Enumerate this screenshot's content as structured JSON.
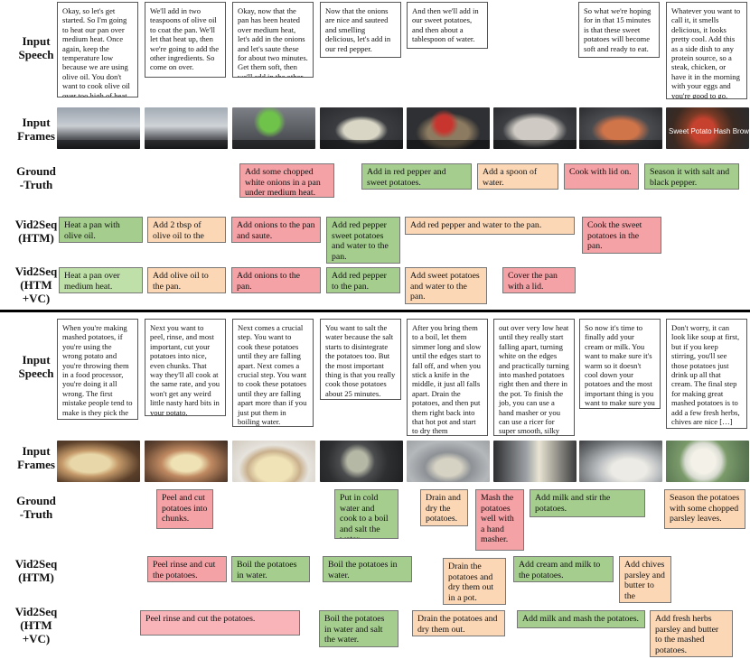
{
  "row_labels": {
    "speech": "Input\nSpeech",
    "frames": "Input\nFrames",
    "gt": "Ground\n-Truth",
    "htm": "Vid2Seq\n(HTM)",
    "htm_vc": "Vid2Seq\n(HTM\n+VC)"
  },
  "example1": {
    "speech": [
      "Okay, so let's get started. So I'm going to heat our pan over medium heat. Once again, keep the temperature low because we are using olive oil. You don't want to cook olive oil over too high of heat.",
      "We'll add in two teaspoons of olive oil to coat the pan. We'll let that heat up, then we're going to add the other ingredients. So come on over.",
      "Okay, now that the pan has been heated over medium heat, let's add in the onions and let's saute these for about two minutes. Get them soft, then we'll add in the other ingredients.",
      "Now that the onions are nice and sauteed and smelling delicious, let's add in our red pepper.",
      "And then we'll add in our sweet potatoes, and then about a tablespoon of water.",
      "So what we're hoping for in that 15 minutes is that these sweet potatoes will become soft and ready to eat.",
      "Whatever you want to call it, it smells delicious, it looks pretty cool. Add this as a side dish to any protein source, so a steak, chicken, or have it in the morning with your eggs and you're good to go."
    ],
    "frame_caption": "Sweet Potato Hash Browns",
    "gt": [
      "Add some chopped white onions in a pan under medium heat.",
      "Add in red pepper and sweet potatoes.",
      "Add a spoon of water.",
      "Cook with lid on.",
      "Season it with salt and black pepper."
    ],
    "htm": [
      "Heat a pan with olive oil.",
      "Add 2 tbsp of olive oil to the pan.",
      "Add onions to the pan and saute.",
      "Add red pepper sweet potatoes and water to the pan.",
      "Add red pepper and water to the pan.",
      "Cook the sweet potatoes in the pan."
    ],
    "htm_vc": [
      "Heat a pan over medium heat.",
      "Add olive oil to the pan.",
      "Add onions to the pan.",
      "Add red pepper to the pan.",
      "Add sweet potatoes and water to the pan.",
      "Cover the pan with a lid."
    ]
  },
  "example2": {
    "speech": [
      "When you're making mashed potatoes, if you're using the wrong potato and you're throwing them in a food processor, you're doing it all wrong. The first mistake people tend to make is they pick the wrong potato. […]",
      "Next you want to peel, rinse, and most important, cut your potatoes into nice, even chunks. That way they'll all cook at the same rate, and you won't get any weird little nasty hard bits in your potato.",
      "Next comes a crucial step. You want to cook these potatoes until they are falling apart. Next comes a crucial step. You want to cook these potatoes until they are falling apart more than if you just put them in boiling water.",
      "You want to salt the water because the salt starts to disintegrate the potatoes too. But the most important thing is that you really cook those potatoes about 25 minutes.",
      "After you bring them to a boil, let them simmer long and slow until the edges start to fall off, and when you stick a knife in the middle, it just all falls apart. Drain the potatoes, and then put them right back into that hot pot and start to dry them",
      "out over very low heat until they really start falling apart, turning white on the edges and practically turning into mashed potatoes right then and there in the pot. To finish the job, you can use a hand masher or you can use a ricer for super smooth, silky potatoes.",
      "So now it's time to finally add your cream or milk. You want to make sure it's warm so it doesn't cool down your potatoes and the most important thing is you want to make sure you use lots. […]",
      "Don't worry, it can look like soup at first, but if you keep stirring, you'll see those potatoes just drink up all that cream. The final step for making great mashed potatoes is to add a few fresh herbs, chives are nice […]"
    ],
    "gt": [
      "Peel and cut potatoes into chunks.",
      "Put in cold water and cook to a boil and salt the water.",
      "Drain and dry the potatoes.",
      "Mash the potatoes well with a hand masher.",
      "Add milk and stir the potatoes.",
      "Season the potatoes with some chopped parsley leaves."
    ],
    "htm": [
      "Peel rinse and cut the potatoes.",
      "Boil the potatoes in water.",
      "Boil the potatoes in water.",
      "Drain the potatoes and dry them out in a pot.",
      "Add cream and milk to the potatoes.",
      "Add chives parsley and butter to the potatoes."
    ],
    "htm_vc": [
      "Peel rinse and cut the potatoes.",
      "Boil the potatoes in water and salt the water.",
      "Drain the potatoes and dry them out.",
      "Add milk and mash the potatoes.",
      "Add fresh herbs parsley and butter to the mashed potatoes."
    ]
  },
  "colors": {
    "red": "#f4a2a6",
    "green": "#a4cd8e",
    "orange": "#fbd7b6",
    "pink": "#f8b4b9",
    "light_green": "#bfe0a9"
  }
}
